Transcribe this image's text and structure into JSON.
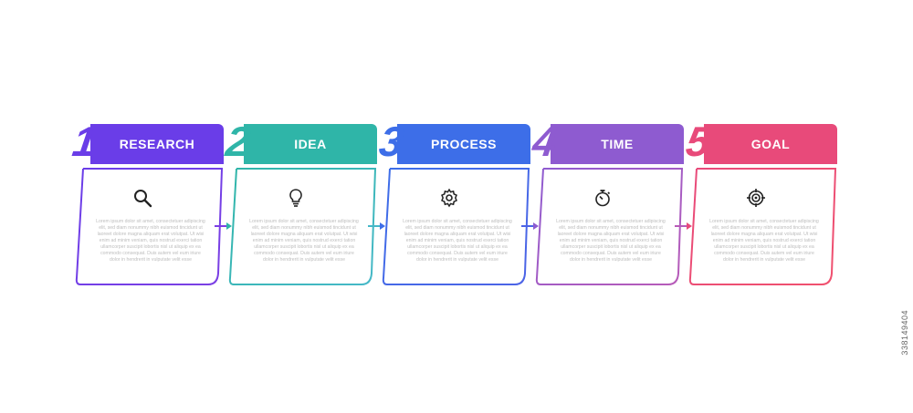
{
  "steps": [
    {
      "number": "1",
      "label": "RESEARCH",
      "icon": "search-icon",
      "color": "#6a3de8",
      "color_end": "#7b3fe4"
    },
    {
      "number": "2",
      "label": "IDEA",
      "icon": "lightbulb-icon",
      "color": "#2fb5a8",
      "color_end": "#46b8c8"
    },
    {
      "number": "3",
      "label": "PROCESS",
      "icon": "gear-icon",
      "color": "#3d6ee8",
      "color_end": "#4c63e6"
    },
    {
      "number": "4",
      "label": "TIME",
      "icon": "stopwatch-icon",
      "color": "#8e5bd0",
      "color_end": "#b85bb8"
    },
    {
      "number": "5",
      "label": "GOAL",
      "icon": "target-icon",
      "color": "#e84a7a",
      "color_end": "#f0506e"
    }
  ],
  "lorem": "Lorem ipsum dolor sit amet, consectetuer adipiscing elit, sed diam nonummy nibh euismod tincidunt ut laoreet dolore magna aliquam erat volutpat. Ut wisi enim ad minim veniam, quis nostrud exerci tation ullamcorper suscipit lobortis nisl ut aliquip ex ea commodo consequat. Duis autem vel eum iriure dolor in hendrerit in vulputate velit esse",
  "side_id": "338149404"
}
